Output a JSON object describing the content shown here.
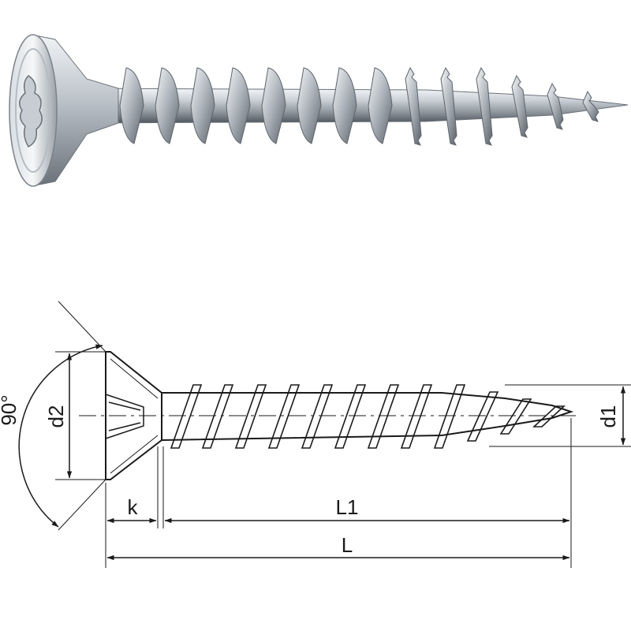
{
  "dimensions": {
    "angle": "90°",
    "head_diameter": "d2",
    "thread_diameter": "d1",
    "head_height": "k",
    "thread_length": "L1",
    "total_length": "L"
  },
  "colors": {
    "steel_light": "#eef0f2",
    "steel_mid": "#a9b0b7",
    "steel_dark": "#5d646b",
    "line": "#1a1a1a"
  }
}
